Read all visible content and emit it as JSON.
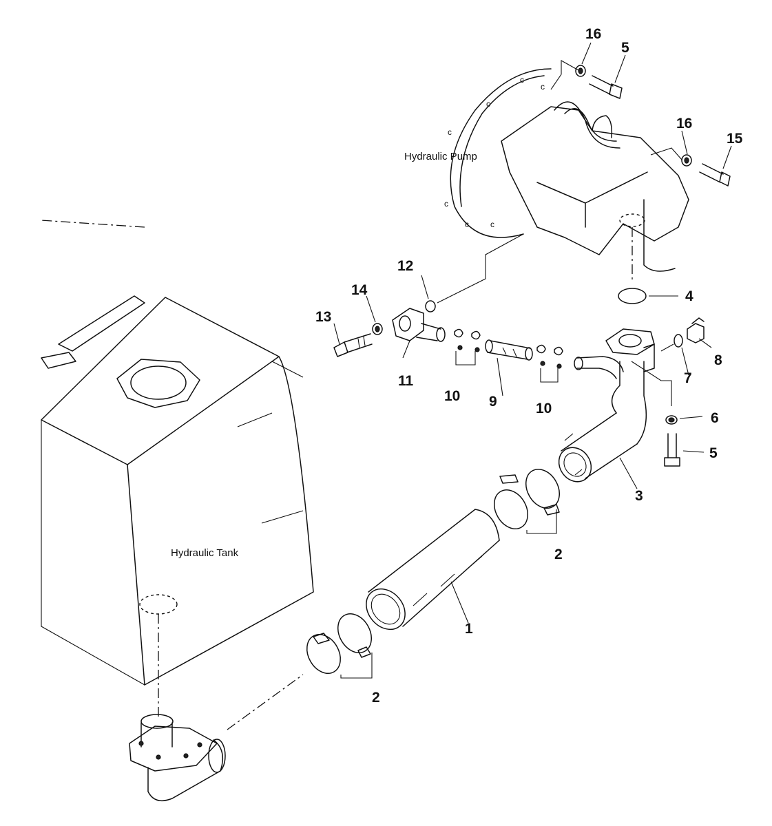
{
  "labels": {
    "hydraulic_pump": "Hydraulic Pump",
    "hydraulic_tank": "Hydraulic Tank"
  },
  "callouts": [
    "16",
    "5",
    "16",
    "15",
    "4",
    "12",
    "14",
    "13",
    "11",
    "10",
    "9",
    "10",
    "8",
    "7",
    "6",
    "5",
    "3",
    "2",
    "1",
    "2"
  ]
}
